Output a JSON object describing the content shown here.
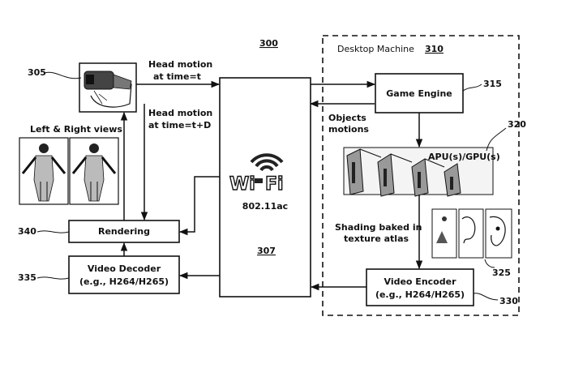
{
  "figure_number": "300",
  "desktop": {
    "title": "Desktop Machine",
    "ref": "310"
  },
  "hmd": {
    "ref": "305"
  },
  "views_label": "Left & Right views",
  "head_motion_t": [
    "Head motion",
    "at time=t"
  ],
  "head_motion_td": [
    "Head motion",
    "at time=t+D"
  ],
  "wifi": {
    "logo_left": "Wi",
    "logo_right": "Fi",
    "standard": "802.11ac",
    "ref": "307"
  },
  "game_engine": {
    "label": "Game Engine",
    "ref": "315"
  },
  "objects_motions": [
    "Objects",
    "motions"
  ],
  "gpu": {
    "label": "APU(s)/GPU(s)",
    "ref": "320"
  },
  "shading": [
    "Shading baked in",
    "texture atlas"
  ],
  "atlas_ref": "325",
  "video_encoder": {
    "label": [
      "Video Encoder",
      "(e.g., H264/H265)"
    ],
    "ref": "330"
  },
  "rendering": {
    "label": "Rendering",
    "ref": "340"
  },
  "video_decoder": {
    "label": [
      "Video Decoder",
      "(e.g., H264/H265)"
    ],
    "ref": "335"
  }
}
